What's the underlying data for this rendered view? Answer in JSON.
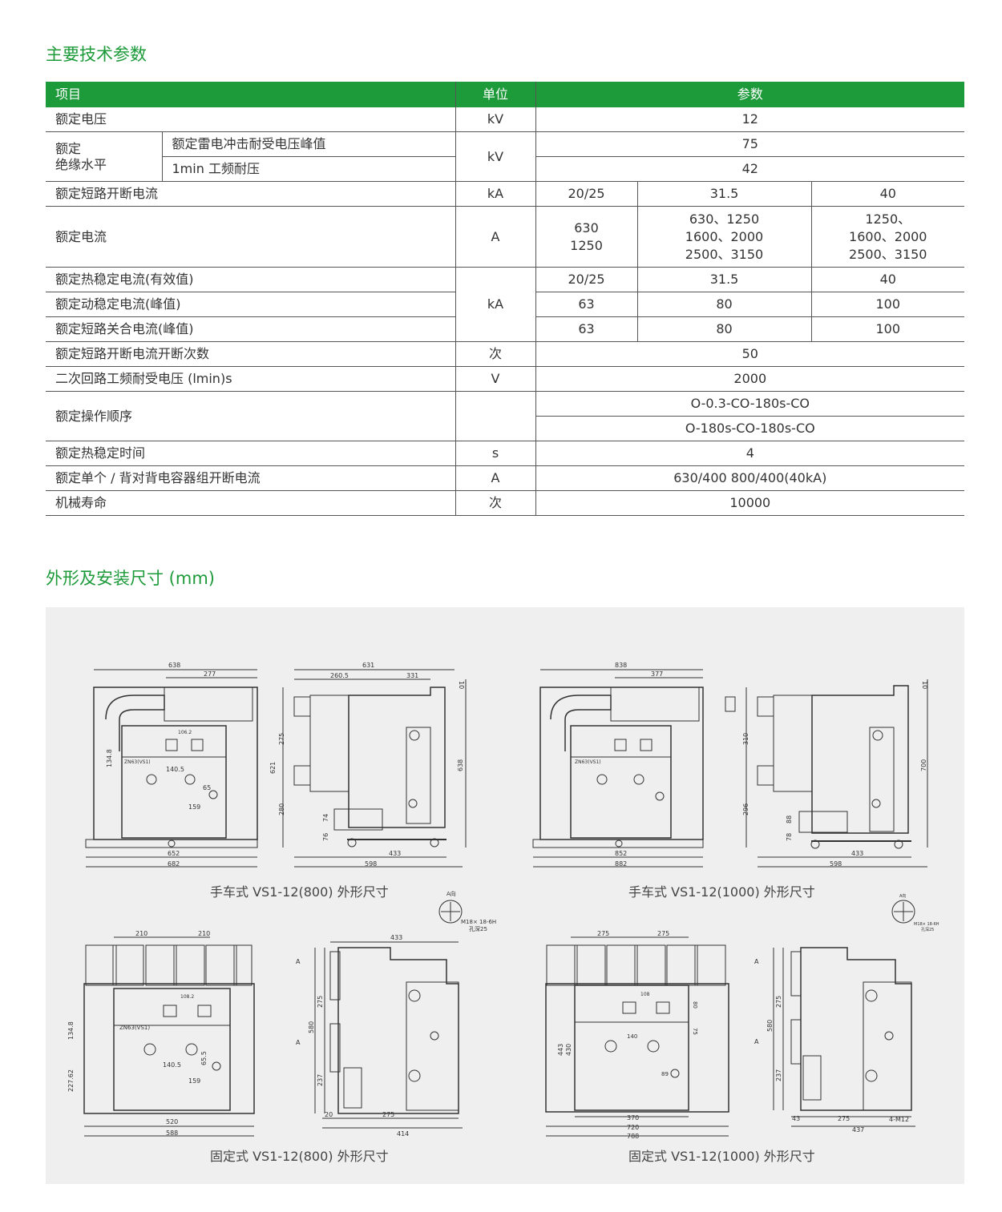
{
  "section1_title": "主要技术参数",
  "section2_title": "外形及安装尺寸 (mm)",
  "table": {
    "header": {
      "item": "项目",
      "unit": "单位",
      "param": "参数"
    },
    "rated_voltage": {
      "label": "额定电压",
      "unit": "kV",
      "value": "12"
    },
    "insulation": {
      "label": "额定\n绝缘水平",
      "label_line1": "额定",
      "label_line2": "绝缘水平",
      "unit": "kV",
      "sub1": "额定雷电冲击耐受电压峰值",
      "sub1_value": "75",
      "sub2": "1min 工频耐压",
      "sub2_value": "42"
    },
    "short_circuit_break": {
      "label": "额定短路开断电流",
      "unit": "kA",
      "values": [
        "20/25",
        "31.5",
        "40"
      ]
    },
    "rated_current": {
      "label": "额定电流",
      "unit": "A",
      "col1": [
        "630",
        "1250"
      ],
      "col2": [
        "630、1250",
        "1600、2000",
        "2500、3150"
      ],
      "col3": [
        "1250、",
        "1600、2000",
        "2500、3150"
      ]
    },
    "thermal": {
      "label": "额定热稳定电流(有效值)",
      "values": [
        "20/25",
        "31.5",
        "40"
      ]
    },
    "dynamic": {
      "label": "额定动稳定电流(峰值)",
      "values": [
        "63",
        "80",
        "100"
      ]
    },
    "making": {
      "label": "额定短路关合电流(峰值)",
      "values": [
        "63",
        "80",
        "100"
      ]
    },
    "group_unit": "kA",
    "break_times": {
      "label": "额定短路开断电流开断次数",
      "unit": "次",
      "value": "50"
    },
    "secondary": {
      "label": "二次回路工频耐受电压 (lmin)s",
      "unit": "V",
      "value": "2000"
    },
    "op_sequence": {
      "label": "额定操作顺序",
      "unit": "",
      "value1": "O-0.3-CO-180s-CO",
      "value2": "O-180s-CO-180s-CO"
    },
    "thermal_time": {
      "label": "额定热稳定时间",
      "unit": "s",
      "value": "4"
    },
    "capacitor": {
      "label": "额定单个 / 背对背电容器组开断电流",
      "unit": "A",
      "value": "630/400 800/400(40kA)"
    },
    "mech_life": {
      "label": "机械寿命",
      "unit": "次",
      "value": "10000"
    }
  },
  "drawings": {
    "captions": [
      "手车式 VS1-12(800) 外形尺寸",
      "手车式 VS1-12(1000) 外形尺寸",
      "固定式 VS1-12(800) 外形尺寸",
      "固定式 VS1-12(1000) 外形尺寸"
    ],
    "d1_front": {
      "top": "638",
      "top2": "277",
      "w1": "652",
      "w2": "682",
      "h": "134.8",
      "a": "106.2",
      "b": "140.5",
      "c": "159",
      "d": "65",
      "model": "ZN63(VS1)"
    },
    "d1_side": {
      "top": "631",
      "a": "260.5",
      "b": "331",
      "h1": "275",
      "h2": "621",
      "h3": "280",
      "h4": "74",
      "h5": "76",
      "h6": "638",
      "w1": "433",
      "w2": "598",
      "t": "10"
    },
    "d2_front": {
      "top": "838",
      "top2": "377",
      "w1": "852",
      "w2": "882",
      "model": "ZN63(VS1)"
    },
    "d2_side": {
      "h1": "310",
      "h2": "296",
      "h3": "88",
      "h4": "78",
      "h5": "700",
      "w1": "433",
      "w2": "598",
      "t": "10"
    },
    "d3_front": {
      "a": "210",
      "b": "210",
      "h1": "134.8",
      "h2": "227.62",
      "m": "108.2",
      "n": "140.5",
      "o": "159",
      "p": "65.5",
      "w1": "520",
      "w2": "588",
      "model": "ZN63(VS1)"
    },
    "d3_side": {
      "top": "433",
      "h1": "275",
      "h2": "580",
      "h3": "237",
      "w0": "20",
      "w1": "275",
      "w2": "414",
      "mark": "A"
    },
    "d4_front": {
      "a": "275",
      "b": "275",
      "h1": "443",
      "h2": "430",
      "m": "108",
      "n": "140",
      "o": "89",
      "p": "80",
      "q": "75",
      "w1": "370",
      "w2": "720",
      "w3": "788"
    },
    "d4_side": {
      "h1": "275",
      "h2": "580",
      "h3": "237",
      "w0": "43",
      "w1": "275",
      "w2": "437",
      "bolt": "4-M12",
      "mark": "A"
    },
    "detail": {
      "label": "A向",
      "thread": "M18× 18-6H",
      "depth": "孔深25"
    }
  }
}
